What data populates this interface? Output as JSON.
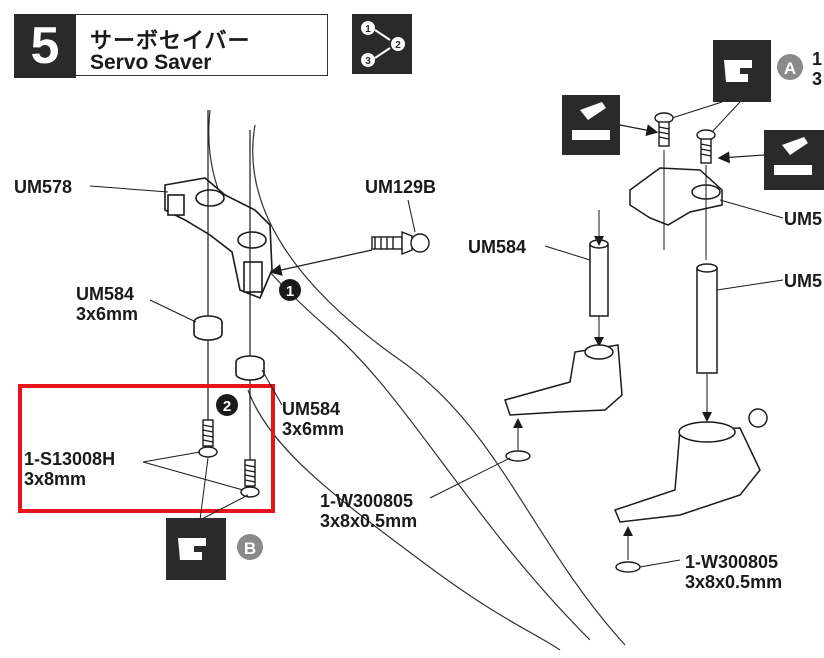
{
  "step": {
    "number": "5",
    "title_jp": "サーボセイバー",
    "title_en": "Servo Saver"
  },
  "callouts": {
    "one": "1",
    "two": "2",
    "a": "A",
    "b": "B",
    "a_edge": "1",
    "a_edge2": "3"
  },
  "labels": {
    "um578": "UM578",
    "um129b": "UM129B",
    "um584_left": "UM584",
    "um584_left_size": "3x6mm",
    "um584_mid": "UM584",
    "um584_mid_size": "3x6mm",
    "s13008h": "1-S13008H",
    "s13008h_size": "3x8mm",
    "um584_right": "UM584",
    "um5_right_a": "UM5",
    "um5_right_b": "UM5",
    "w300805_a": "1-W300805",
    "w300805_a_size": "3x8x0.5mm",
    "w300805_b": "1-W300805",
    "w300805_b_size": "3x8x0.5mm"
  },
  "colors": {
    "highlight": "#e8141b",
    "ink": "#1a1a1a",
    "panel": "#2a2a2a",
    "badge": "#8a8a8a"
  },
  "icons": [
    "order-sequence-icon",
    "finger-point-icon",
    "screw-lock-icon"
  ]
}
